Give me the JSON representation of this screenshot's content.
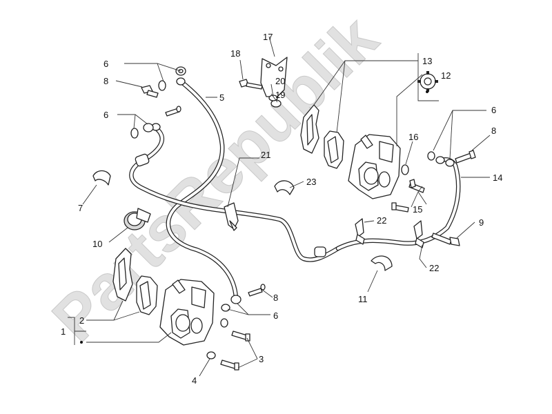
{
  "watermark": "PartsRepublik",
  "colors": {
    "line": "#222222",
    "watermark": "#c9c9c9",
    "background": "#ffffff"
  },
  "callouts": {
    "c1": "1",
    "c2": "2",
    "c3": "3",
    "c4": "4",
    "c5": "5",
    "c6a": "6",
    "c6b": "6",
    "c6c": "6",
    "c6d": "6",
    "c7": "7",
    "c8a": "8",
    "c8b": "8",
    "c8c": "8",
    "c9": "9",
    "c10": "10",
    "c11": "11",
    "c12": "12",
    "c13": "13",
    "c14": "14",
    "c15": "15",
    "c16": "16",
    "c17": "17",
    "c18": "18",
    "c19": "19",
    "c20": "20",
    "c21": "21",
    "c22a": "22",
    "c22b": "22",
    "c23": "23"
  },
  "icons": {
    "assembly_marker": "gear-icon"
  }
}
